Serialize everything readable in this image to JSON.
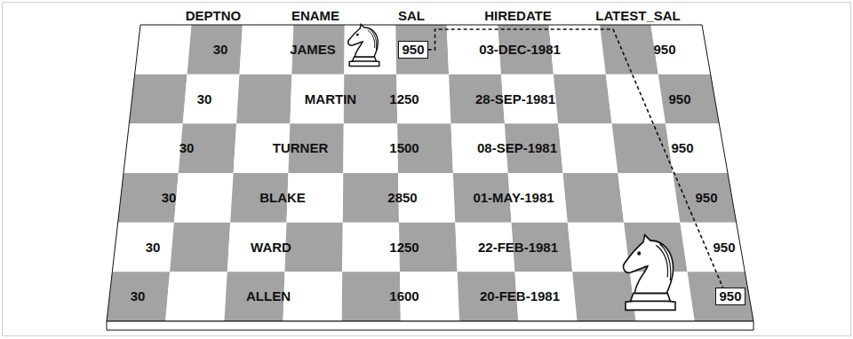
{
  "diagram": {
    "nodes": [
      {
        "text": [
          "950"
        ]
      },
      {
        "text": [
          "950"
        ]
      }
    ],
    "edges": [
      {
        "from": 0,
        "to": 1,
        "arrow": "none"
      }
    ],
    "labels": [
      "DEPTNO",
      "ENAME",
      "SAL",
      "HIREDATE",
      "LATEST_SAL",
      "30",
      "JAMES",
      "03-DEC-1981",
      "950",
      "30",
      "MARTIN",
      "1250",
      "28-SEP-1981",
      "950",
      "30",
      "TURNER",
      "1500",
      "08-SEP-1981",
      "950",
      "30",
      "BLAKE",
      "2850",
      "01-MAY-1981",
      "950",
      "30",
      "WARD",
      "1250",
      "22-FEB-1981",
      "950",
      "30",
      "ALLEN",
      "1600",
      "20-FEB-1981"
    ]
  }
}
